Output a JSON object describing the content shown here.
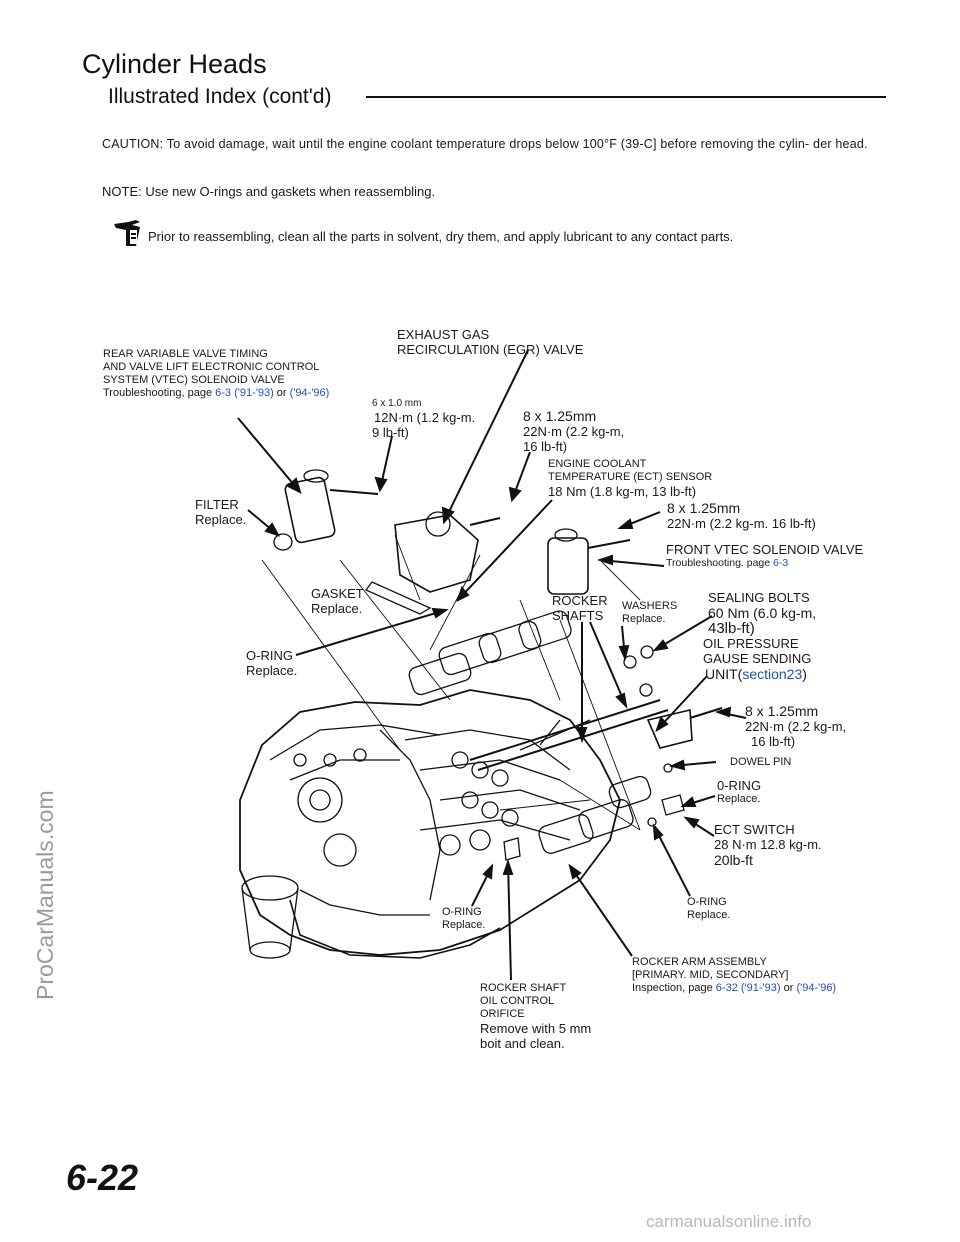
{
  "header": {
    "title": "Cylinder Heads",
    "subtitle": "Illustrated Index (cont'd)"
  },
  "caution": "CAUTION: To avoid damage, wait until the engine coolant temperature drops below 100°F (39-C] before removing the cylin- der head.",
  "note": "NOTE: Use new O-rings and gaskets when reassembling.",
  "tip": "Prior to reassembling, clean all the parts in solvent, dry them, and apply lubricant to any contact parts.",
  "callouts": {
    "rear_vtec": {
      "l1": "REAR VARIABLE VALVE TIMING",
      "l2": "AND VALVE LIFT ELECTRONIC CONTROL",
      "l3": "SYSTEM (VTEC) SOLENOID VALVE",
      "l4_pre": "Troubleshooting, page ",
      "l4_link1": "6-3 ('91-'93)",
      "l4_mid": " or ",
      "l4_link2": "('94-'96)"
    },
    "egr": {
      "l1": "EXHAUST GAS",
      "l2": "RECIRCULATI0N (EGR) VALVE"
    },
    "bolt_6x1": {
      "l1": "6 x 1.0 mm",
      "l2": "12N·m (1.2 kg-m.",
      "l3": "9 lb-ft)"
    },
    "bolt_8x125_a": {
      "l1": "8 x 1.25mm",
      "l2": "22N·m (2.2 kg-m,",
      "l3": "16 lb-ft)"
    },
    "ect_sensor": {
      "l1": "ENGINE COOLANT",
      "l2": "TEMPERATURE (ECT) SENSOR",
      "l3": "18 Nm (1.8 kg-m, 13 lb-ft)"
    },
    "bolt_8x125_b": {
      "l1": "8 x 1.25mm",
      "l2": "22N·m (2.2 kg-m. 16 lb-ft)"
    },
    "filter": {
      "l1": "FILTER",
      "l2": "Replace."
    },
    "front_vtec": {
      "l1": "FRONT VTEC SOLENOID VALVE",
      "l2_pre": "Troubleshooting. page ",
      "l2_link": "6-3"
    },
    "gasket": {
      "l1": "GASKET",
      "l2": "Replace."
    },
    "rocker_shafts": {
      "l1": "ROCKER",
      "l2": "SHAFTS"
    },
    "washers": {
      "l1": "WASHERS",
      "l2": "Replace."
    },
    "sealing_bolts": {
      "l1": "SEALING BOLTS",
      "l2": "60 Nm (6.0 kg-m,",
      "l3": "43lb-ft)"
    },
    "oring_left": {
      "l1": "O-RING",
      "l2": "Replace."
    },
    "oil_pressure": {
      "l1": "OIL PRESSURE",
      "l2": "GAUSE SENDING",
      "l3_pre": "UNIT(",
      "l3_link": "section23",
      "l3_post": ")"
    },
    "bolt_8x125_c": {
      "l1": "8 x 1.25mm",
      "l2": "22N·m (2.2 kg-m,",
      "l3": "16 lb-ft)"
    },
    "dowel_pin": {
      "l1": "DOWEL PIN"
    },
    "oring_right_top": {
      "l1": "0-RING",
      "l2": "Replace."
    },
    "ect_switch": {
      "l1": "ECT SWITCH",
      "l2": "28 N·m 12.8 kg-m.",
      "l3": "20lb-ft"
    },
    "oring_right_bottom": {
      "l1": "O-RING",
      "l2": "Replace."
    },
    "oring_bottom": {
      "l1": "O-RING",
      "l2": "Replace."
    },
    "rocker_arm": {
      "l1": "ROCKER ARM ASSEMBLY",
      "l2": "[PRIMARY. MID, SECONDARY]",
      "l3_pre": "Inspection, page ",
      "l3_link1": "6-32 ('91-'93)",
      "l3_mid": " or ",
      "l3_link2": "('94-'96)"
    },
    "orifice": {
      "l1": "ROCKER SHAFT",
      "l2": "OIL CONTROL",
      "l3": "ORIFICE",
      "l4": "Remove with 5 mm",
      "l5": "boit and clean."
    }
  },
  "page_number": "6-22",
  "watermark_side": "ProCarManuals.com",
  "watermark_footer": "carmanualsonline.info",
  "colors": {
    "text": "#1a1a1a",
    "link": "#1f4fbf",
    "watermark": "#9a9a9a"
  },
  "icons": {
    "tip": "hand-pointer-icon"
  }
}
